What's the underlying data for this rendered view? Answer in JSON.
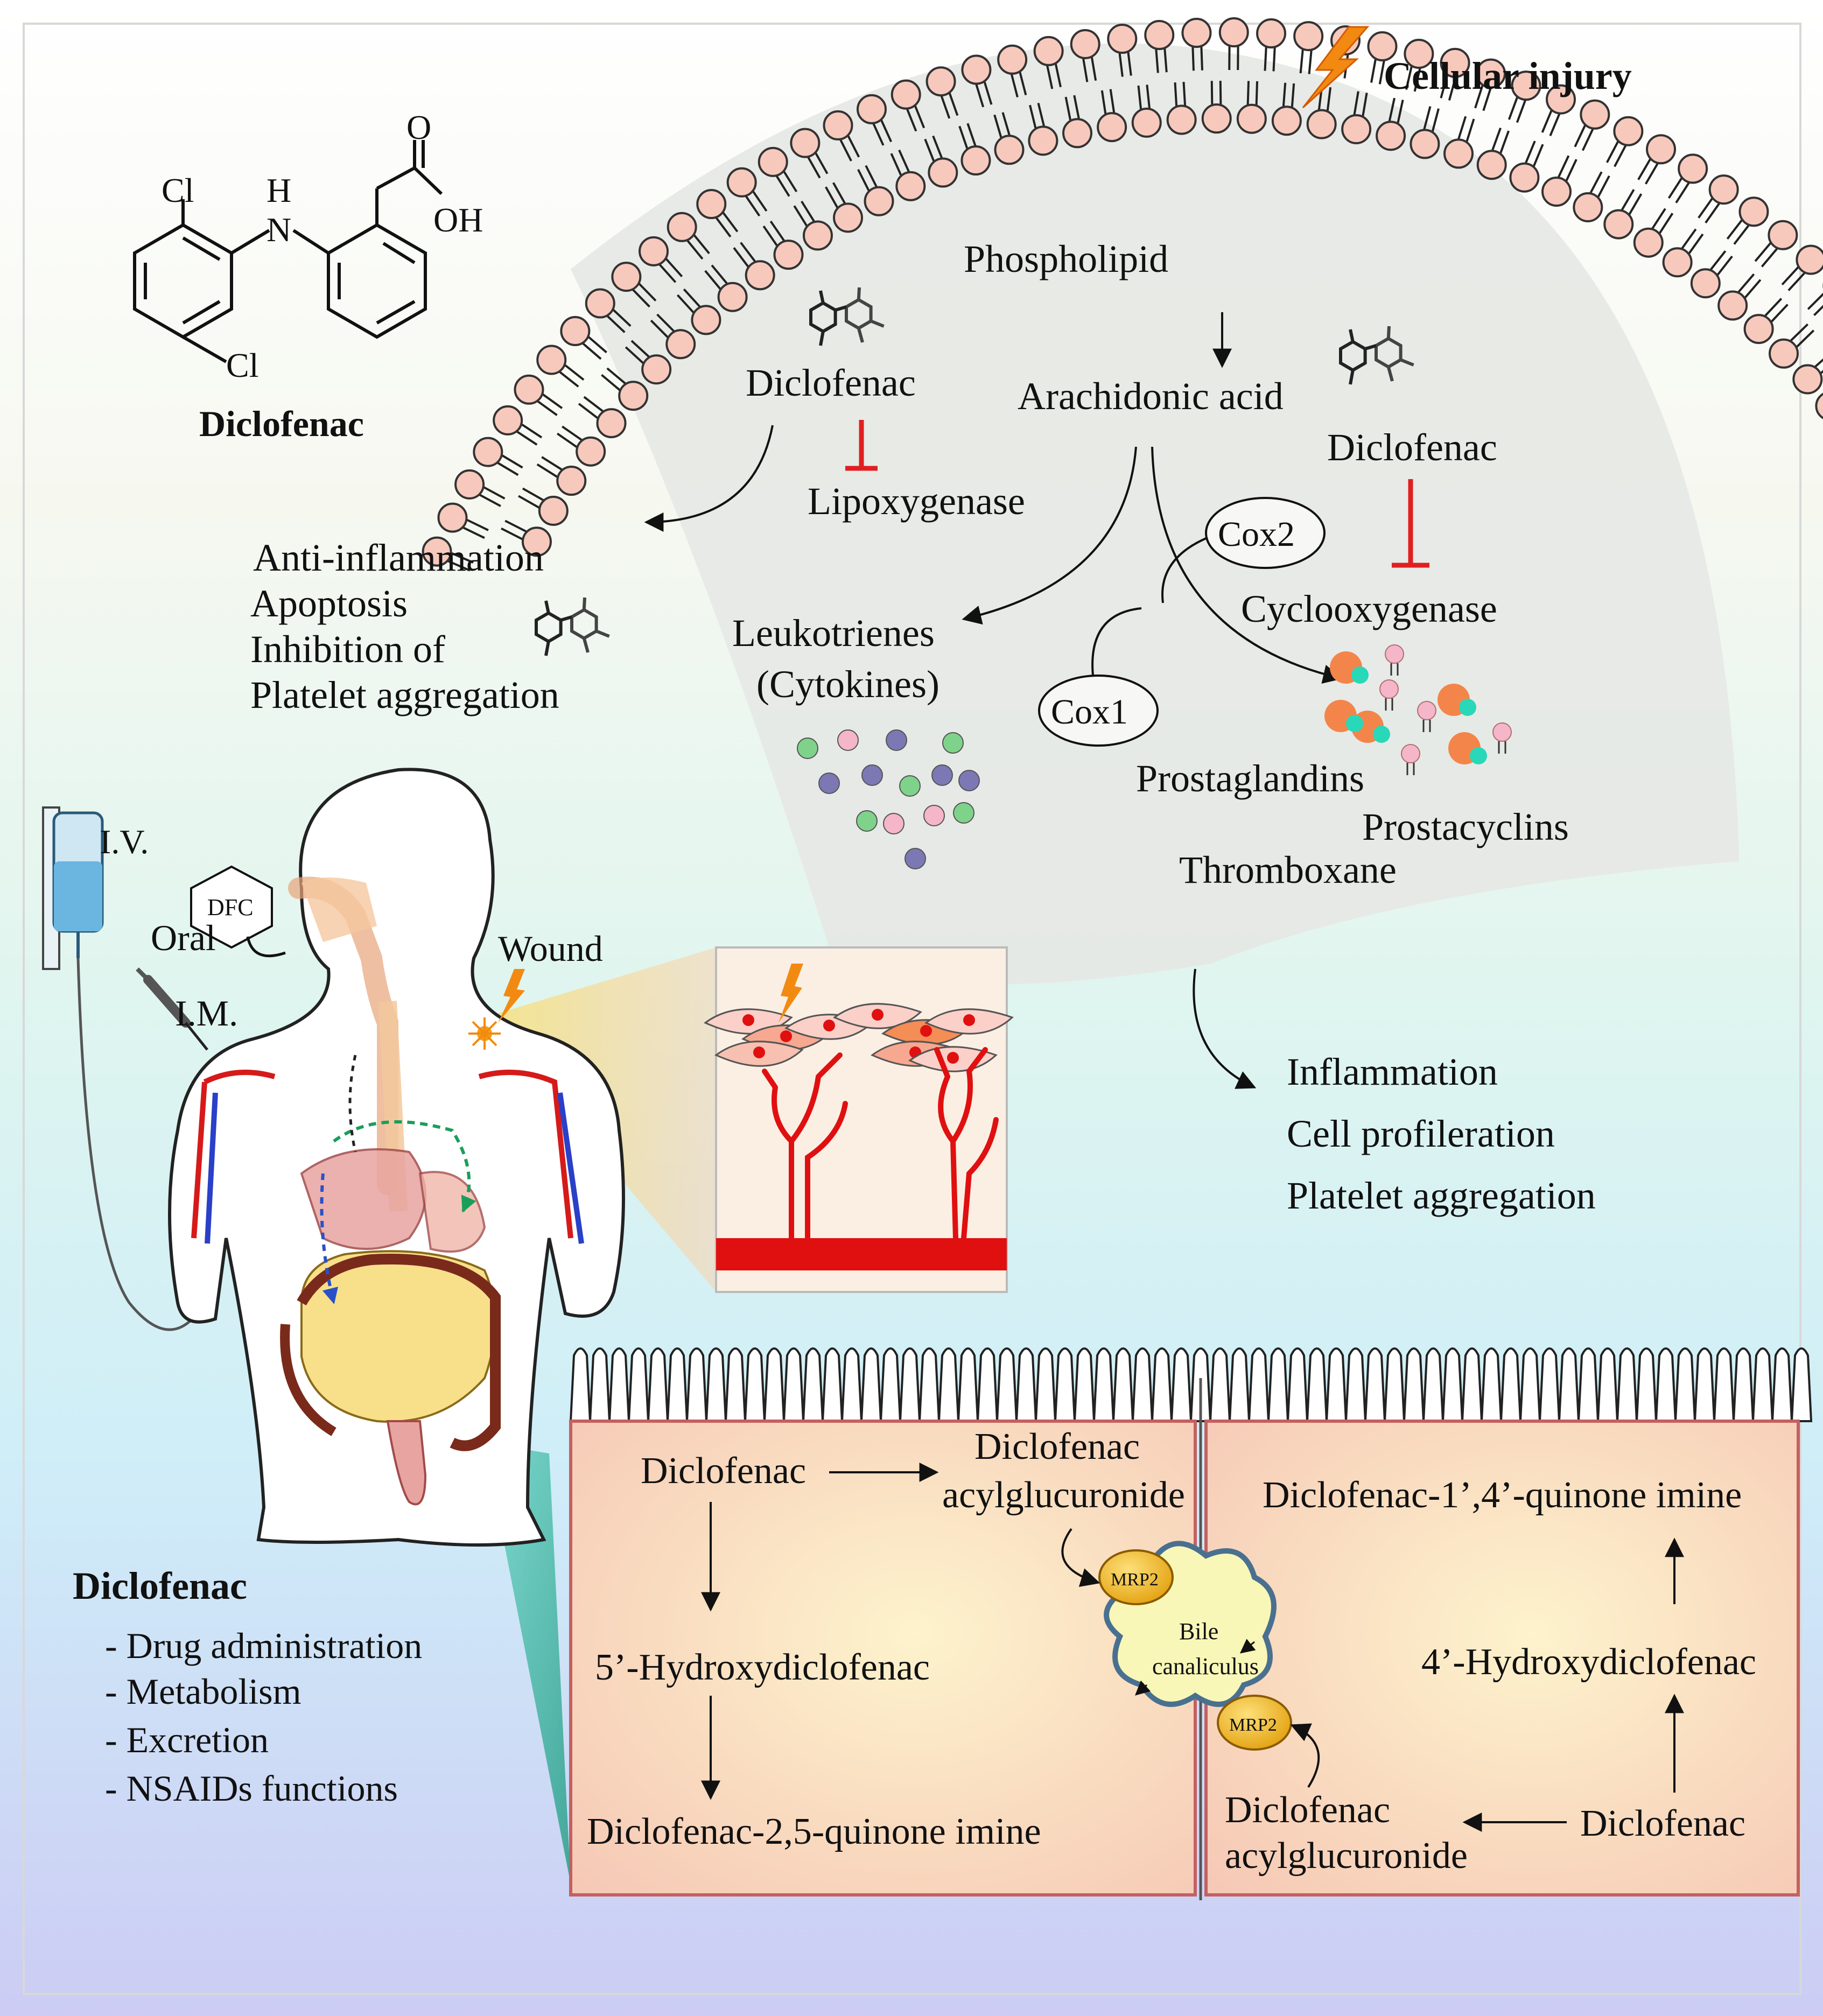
{
  "top_left": {
    "molecule_labels": {
      "cl_top": "Cl",
      "h": "H",
      "n": "N",
      "o": "O",
      "oh": "OH",
      "cl_bottom": "Cl"
    },
    "molecule_name": "Diclofenac"
  },
  "membrane": {
    "injury_label": "Cellular injury",
    "phospholipid": "Phospholipid",
    "arachidonic_acid": "Arachidonic acid",
    "diclofenac_left": "Diclofenac",
    "lipoxygenase": "Lipoxygenase",
    "diclofenac_right": "Diclofenac",
    "cox2": "Cox2",
    "cox1": "Cox1",
    "cyclooxygenase": "Cyclooxygenase",
    "leukotrienes": "Leukotrienes",
    "cytokines": "(Cytokines)",
    "prostaglandins": "Prostaglandins",
    "prostacyclins": "Prostacyclins",
    "thromboxane": "Thromboxane"
  },
  "effects_left": [
    "Anti-inflammation",
    "Apoptosis",
    "Inhibition of",
    "Platelet aggregation"
  ],
  "effects_right": [
    "Inflammation",
    "Cell profileration",
    "Platelet aggregation"
  ],
  "body": {
    "iv": "I.V.",
    "dfc": "DFC",
    "oral": "Oral",
    "im": "I.M.",
    "wound": "Wound"
  },
  "summary": {
    "title": "Diclofenac",
    "items": [
      "- Drug administration",
      "- Metabolism",
      "- Excretion",
      "- NSAIDs functions"
    ]
  },
  "liver_left": {
    "diclofenac": "Diclofenac",
    "acyl_line1": "Diclofenac",
    "acyl_line2": "acylglucuronide",
    "hydroxy": "5’-Hydroxydiclofenac",
    "quinone": "Diclofenac-2,5-quinone imine"
  },
  "liver_right": {
    "quinone": "Diclofenac-1’,4’-quinone imine",
    "hydroxy": "4’-Hydroxydiclofenac",
    "diclofenac": "Diclofenac",
    "acyl_line1": "Diclofenac",
    "acyl_line2": "acylglucuronide"
  },
  "bile": {
    "mrp2_top": "MRP2",
    "mrp2_bottom": "MRP2",
    "line1": "Bile",
    "line2": "canaliculus"
  },
  "colors": {
    "lipid_head": "#f7c9bc",
    "inhibit": "#e02020",
    "vessel": "#e01010",
    "cell_pink": "#fbd0c8",
    "transporter": "#f2b21c",
    "dot_green": "#7fd28a",
    "dot_pink": "#f4b6c8",
    "dot_purple": "#7b78b4"
  }
}
